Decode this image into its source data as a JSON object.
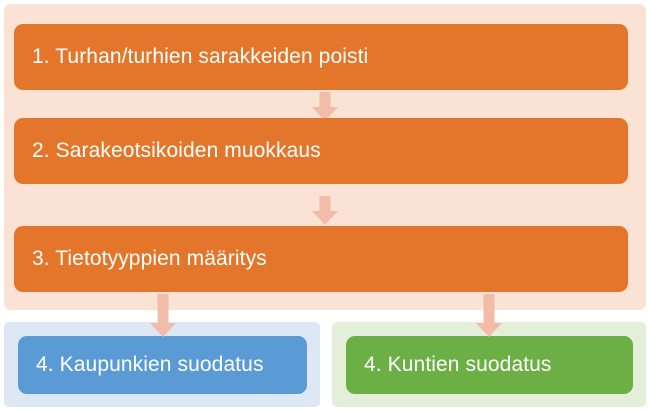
{
  "diagram": {
    "title_visible": false,
    "colors": {
      "orange_box": "#E3762B",
      "orange_group": "#FAE3D5",
      "blue_box": "#5B9BD5",
      "blue_group": "#DEE8F4",
      "green_box": "#6CAF44",
      "green_group": "#E3EFD9",
      "arrow": "#F2BCA8",
      "box_text": "#FFFFFF"
    },
    "main_group": {
      "name": "data-preparation-steps",
      "steps": [
        {
          "id": "step-1",
          "label": "1. Turhan/turhien sarakkeiden poisti"
        },
        {
          "id": "step-2",
          "label": "2. Sarakeotsikoiden muokkaus"
        },
        {
          "id": "step-3",
          "label": "3. Tietotyyppien määritys"
        }
      ]
    },
    "branch_groups": [
      {
        "id": "branch-cities",
        "accent": "#5B9BD5",
        "step": {
          "id": "step-4-cities",
          "label": "4. Kaupunkien suodatus"
        }
      },
      {
        "id": "branch-municipalities",
        "accent": "#6CAF44",
        "step": {
          "id": "step-4-municipalities",
          "label": "4. Kuntien suodatus"
        }
      }
    ],
    "connectors": [
      {
        "id": "arrow-step1-step2",
        "from": "step-1",
        "to": "step-2",
        "direction": "down"
      },
      {
        "id": "arrow-step2-step3",
        "from": "step-2",
        "to": "step-3",
        "direction": "down"
      },
      {
        "id": "arrow-step3-cities",
        "from": "step-3",
        "to": "step-4-cities",
        "direction": "down"
      },
      {
        "id": "arrow-step3-municipalities",
        "from": "step-3",
        "to": "step-4-municipalities",
        "direction": "down"
      }
    ]
  }
}
